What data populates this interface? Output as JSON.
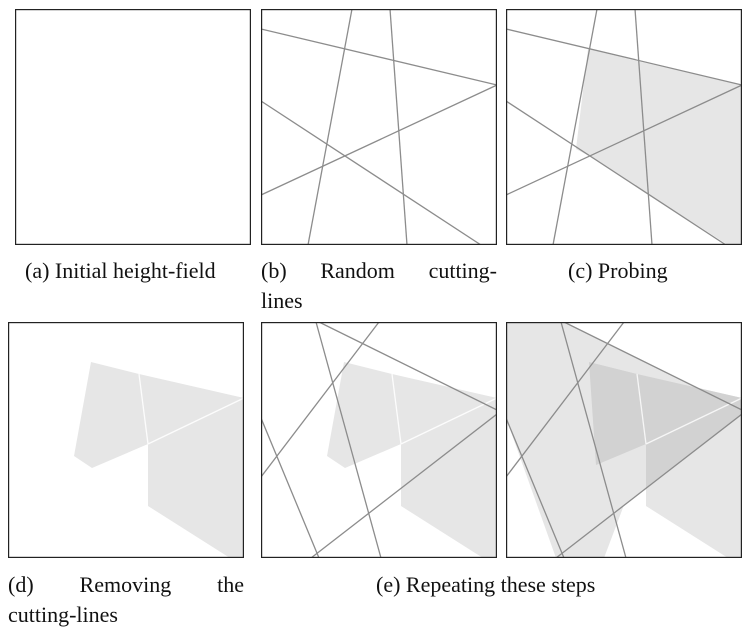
{
  "captions": {
    "a": "(a) Initial height-field",
    "b_words": [
      "(b)",
      "Random",
      "cutting-"
    ],
    "b_line2": "lines",
    "c": "(c) Probing",
    "d_words": [
      "(d)",
      "Removing",
      "the"
    ],
    "d_line2": "cutting-lines",
    "e": "(e) Repeating these steps"
  },
  "colors": {
    "panel_border": "#222222",
    "cutting_line": "#8c8c8c",
    "region_fill": "#e6e6e6",
    "overlap_fill": "#d2d2d2"
  }
}
